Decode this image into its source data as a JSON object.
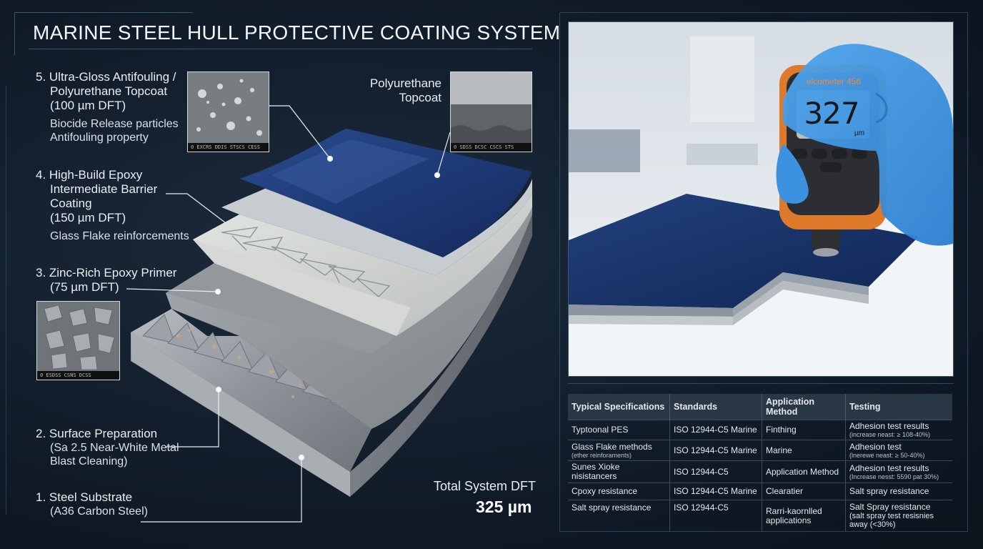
{
  "title": "MARINE STEEL HULL PROTECTIVE COATING SYSTEM",
  "layers": [
    {
      "title_lines": [
        "5. Ultra-Gloss Antifouling /",
        "Polyurethane Topcoat",
        "(100 µm DFT)"
      ],
      "note_lines": [
        "Biocide Release particles",
        "Antifouling property"
      ]
    },
    {
      "title_lines": [
        "4. High-Build Epoxy",
        "Intermediate Barrier",
        "Coating",
        "(150 µm DFT)"
      ],
      "note_lines": [
        "Glass Flake reinforcements"
      ]
    },
    {
      "title_lines": [
        "3. Zinc-Rich Epoxy Primer",
        "(75 µm DFT)"
      ],
      "note_lines": []
    },
    {
      "title_lines": [
        "2. Surface Preparation"
      ],
      "note_lines": [
        "(Sa 2.5 Near-White Metal",
        "Blast Cleaning)"
      ]
    },
    {
      "title_lines": [
        "1. Steel Substrate"
      ],
      "note_lines": [
        "(A36 Carbon Steel)"
      ]
    }
  ],
  "topcoat_callout": [
    "Polyurethane",
    "Topcoat"
  ],
  "micrographs": {
    "biocide": "0 EXCRS DDIS STSCS CESS",
    "topcoat_xsec": "0 SDSS DCSC CSCS STS",
    "zinc": "0 ESDSS CSNS DCSS"
  },
  "gauge": {
    "brand": "elcometer 456",
    "reading": "327",
    "unit": "µm"
  },
  "table": {
    "headers": [
      "Typical Specifications",
      "Standards",
      "Application Method",
      "Testing"
    ],
    "rows": [
      {
        "spec": "Typtoonal PES",
        "spec_note": "",
        "standard": "ISO 12944-C5 Marine",
        "method": "Finthing",
        "testing": "Adhesion test results",
        "testing_note": "(increase neast: ≥ 108-40%)"
      },
      {
        "spec": "Glass Flake methods",
        "spec_note": "(ether reinforaments)",
        "standard": "ISO 12944-C5 Marine",
        "method": "Marine",
        "testing": "Adhesion test",
        "testing_note": "(lnerewe neast: ≥ 50-40%)"
      },
      {
        "spec": "Sunes Xioke nisistancers",
        "spec_note": "",
        "standard": "ISO 12944-C5",
        "method": "Application Method",
        "testing": "Adhesion test results",
        "testing_note": "(Increase nesst: 5590 pat 30%)"
      },
      {
        "spec": "Cpoxy resistance",
        "spec_note": "",
        "standard": "ISO 12944-C5 Marine",
        "method": "Clearatier",
        "testing": "Salt spray resistance",
        "testing_note": ""
      },
      {
        "spec": "Salt spray resistance",
        "spec_note": "",
        "standard": "ISO 12944-C5",
        "method": "Rarri-kaornlled applications",
        "testing": "Salt Spray resistance",
        "testing_note": "(salt spray test resisnies away (<30%)"
      }
    ]
  },
  "total": {
    "label": "Total System DFT",
    "value": "325 µm"
  }
}
